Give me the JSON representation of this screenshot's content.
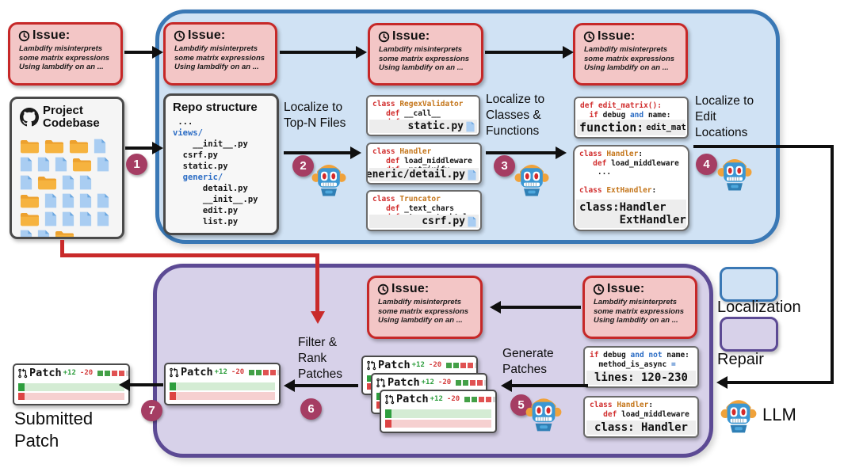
{
  "issue": {
    "title": "Issue:",
    "lines": [
      "Lambdify misinterprets",
      "some matrix expressions",
      "Using lambdify on an ..."
    ]
  },
  "codebase": {
    "title": "Project Codebase",
    "icons": [
      "folder",
      "folder",
      "folder",
      "file",
      "file",
      "file",
      "file",
      "folder",
      "file",
      "file",
      "folder",
      "file",
      "file",
      "folder",
      "file",
      "file",
      "file",
      "file",
      "folder",
      "file",
      "file",
      "file",
      "file",
      "file",
      "file",
      "folder"
    ]
  },
  "repo": {
    "title": "Repo structure",
    "lines": [
      [
        {
          "t": " ...",
          "c": "p"
        }
      ],
      [
        {
          "t": "views/",
          "c": "dir"
        }
      ],
      [
        {
          "t": "    __init__.py",
          "c": "p"
        }
      ],
      [
        {
          "t": "  csrf.py",
          "c": "p"
        }
      ],
      [
        {
          "t": "  static.py",
          "c": "p"
        }
      ],
      [
        {
          "t": "  generic/",
          "c": "dir"
        }
      ],
      [
        {
          "t": "      detail.py",
          "c": "p"
        }
      ],
      [
        {
          "t": "      __init__.py",
          "c": "p"
        }
      ],
      [
        {
          "t": "      edit.py",
          "c": "p"
        }
      ],
      [
        {
          "t": "      list.py",
          "c": "p"
        }
      ],
      [
        {
          "t": " ...",
          "c": "p"
        }
      ]
    ]
  },
  "file_boxes": [
    {
      "file": "static.py",
      "lines": [
        [
          {
            "t": "class ",
            "c": "kw"
          },
          {
            "t": "RegexValidator",
            "c": "cls"
          }
        ],
        [
          {
            "t": "   ",
            "c": "p"
          },
          {
            "t": "def ",
            "c": "kw"
          },
          {
            "t": "__call__",
            "c": "p"
          }
        ],
        [
          {
            "t": "   ",
            "c": "p"
          },
          {
            "t": "def ",
            "c": "kw"
          },
          {
            "t": "__eq__",
            "c": "p"
          }
        ]
      ]
    },
    {
      "file": "generic/detail.py",
      "lines": [
        [
          {
            "t": "class ",
            "c": "kw"
          },
          {
            "t": "Handler",
            "c": "cls"
          }
        ],
        [
          {
            "t": "   ",
            "c": "p"
          },
          {
            "t": "def ",
            "c": "kw"
          },
          {
            "t": "load_middleware",
            "c": "p"
          }
        ],
        [
          {
            "t": "   ",
            "c": "p"
          },
          {
            "t": "def ",
            "c": "kw"
          },
          {
            "t": "_matrixify",
            "c": "p"
          }
        ]
      ]
    },
    {
      "file": "csrf.py",
      "lines": [
        [
          {
            "t": "class ",
            "c": "kw"
          },
          {
            "t": "Truncator",
            "c": "cls"
          }
        ],
        [
          {
            "t": "   ",
            "c": "p"
          },
          {
            "t": "def ",
            "c": "kw"
          },
          {
            "t": "_text_chars",
            "c": "p"
          }
        ],
        [
          {
            "t": "   ",
            "c": "p"
          },
          {
            "t": "def ",
            "c": "kw"
          },
          {
            "t": "_truncate_html",
            "c": "p"
          }
        ]
      ]
    }
  ],
  "edit_fn_box": {
    "footer_label": "function:",
    "footer_value": "edit_matrix",
    "lines": [
      [
        {
          "t": "def edit_matrix():",
          "c": "kw"
        }
      ],
      [
        {
          "t": "  ",
          "c": "p"
        },
        {
          "t": "if",
          "c": "kw"
        },
        {
          "t": " debug ",
          "c": "p"
        },
        {
          "t": "and",
          "c": "op"
        },
        {
          "t": " name:",
          "c": "p"
        }
      ],
      [
        {
          "t": "    ...",
          "c": "p"
        }
      ]
    ]
  },
  "edit_cls_box": {
    "footer_lines": [
      "class:Handler",
      "      ExtHandler"
    ],
    "lines": [
      [
        {
          "t": "class ",
          "c": "kw"
        },
        {
          "t": "Handler",
          "c": "cls"
        },
        {
          "t": ":",
          "c": "p"
        }
      ],
      [
        {
          "t": "   ",
          "c": "p"
        },
        {
          "t": "def ",
          "c": "kw"
        },
        {
          "t": "load_middleware",
          "c": "p"
        }
      ],
      [
        {
          "t": "    ...",
          "c": "p"
        }
      ],
      [
        {
          "t": " ",
          "c": "p"
        }
      ],
      [
        {
          "t": "class ",
          "c": "kw"
        },
        {
          "t": "ExtHandler",
          "c": "cls"
        },
        {
          "t": ":",
          "c": "p"
        }
      ],
      [
        {
          "t": "  ...",
          "c": "p"
        }
      ]
    ]
  },
  "repair_line_box": {
    "footer": "lines: 120-230",
    "lines": [
      [
        {
          "t": "if",
          "c": "kw"
        },
        {
          "t": " debug ",
          "c": "p"
        },
        {
          "t": "and",
          "c": "op"
        },
        {
          "t": " ",
          "c": "p"
        },
        {
          "t": "not",
          "c": "op"
        },
        {
          "t": " name:",
          "c": "p"
        }
      ],
      [
        {
          "t": "  method_is_async ",
          "c": "p"
        },
        {
          "t": "=",
          "c": "op"
        }
      ],
      [
        {
          "t": "...",
          "c": "p"
        }
      ]
    ]
  },
  "repair_cls_box": {
    "footer": "class: Handler",
    "lines": [
      [
        {
          "t": "class ",
          "c": "kw"
        },
        {
          "t": "Handler",
          "c": "cls"
        },
        {
          "t": ":",
          "c": "p"
        }
      ],
      [
        {
          "t": "   ",
          "c": "p"
        },
        {
          "t": "def ",
          "c": "kw"
        },
        {
          "t": "load_middleware",
          "c": "p"
        }
      ],
      [
        {
          "t": "...",
          "c": "p"
        }
      ]
    ]
  },
  "patch": {
    "label": "Patch",
    "added": "+12",
    "removed": "-20",
    "squares": [
      "#43a047",
      "#43a047",
      "#e05252",
      "#e05252",
      "#d6d6d6"
    ],
    "bar_rows": [
      {
        "chip": "#2e9e3e",
        "fill": "#d4ecd4"
      },
      {
        "chip": "#dd4444",
        "fill": "#f6d0d0"
      }
    ]
  },
  "labels": {
    "top_n": [
      "Localize to",
      "Top-N Files"
    ],
    "classes": [
      "Localize to",
      "Classes &",
      "Functions"
    ],
    "edit": [
      "Localize to",
      "Edit",
      "Locations"
    ],
    "generate": [
      "Generate",
      "Patches"
    ],
    "filter": [
      "Filter &",
      "Rank",
      "Patches"
    ],
    "submitted": "Submitted Patch"
  },
  "steps": [
    "1",
    "2",
    "3",
    "4",
    "5",
    "6",
    "7"
  ],
  "legend": {
    "localization": "Localization",
    "repair": "Repair",
    "llm": "LLM"
  },
  "colors": {
    "localization_fill": "#d0e2f4",
    "localization_border": "#3a78b5",
    "repair_fill": "#d7d1e9",
    "repair_border": "#5c4a94",
    "issue_fill": "#f3c6c6",
    "issue_border": "#c62828",
    "keyword": "#d12f2f",
    "class_name": "#c4761b",
    "operator": "#2b6cc4",
    "added_green": "#2e9e3e",
    "removed_red": "#d43c3c",
    "step_badge": "#a53d63",
    "red_arrow": "#c92a2a"
  }
}
